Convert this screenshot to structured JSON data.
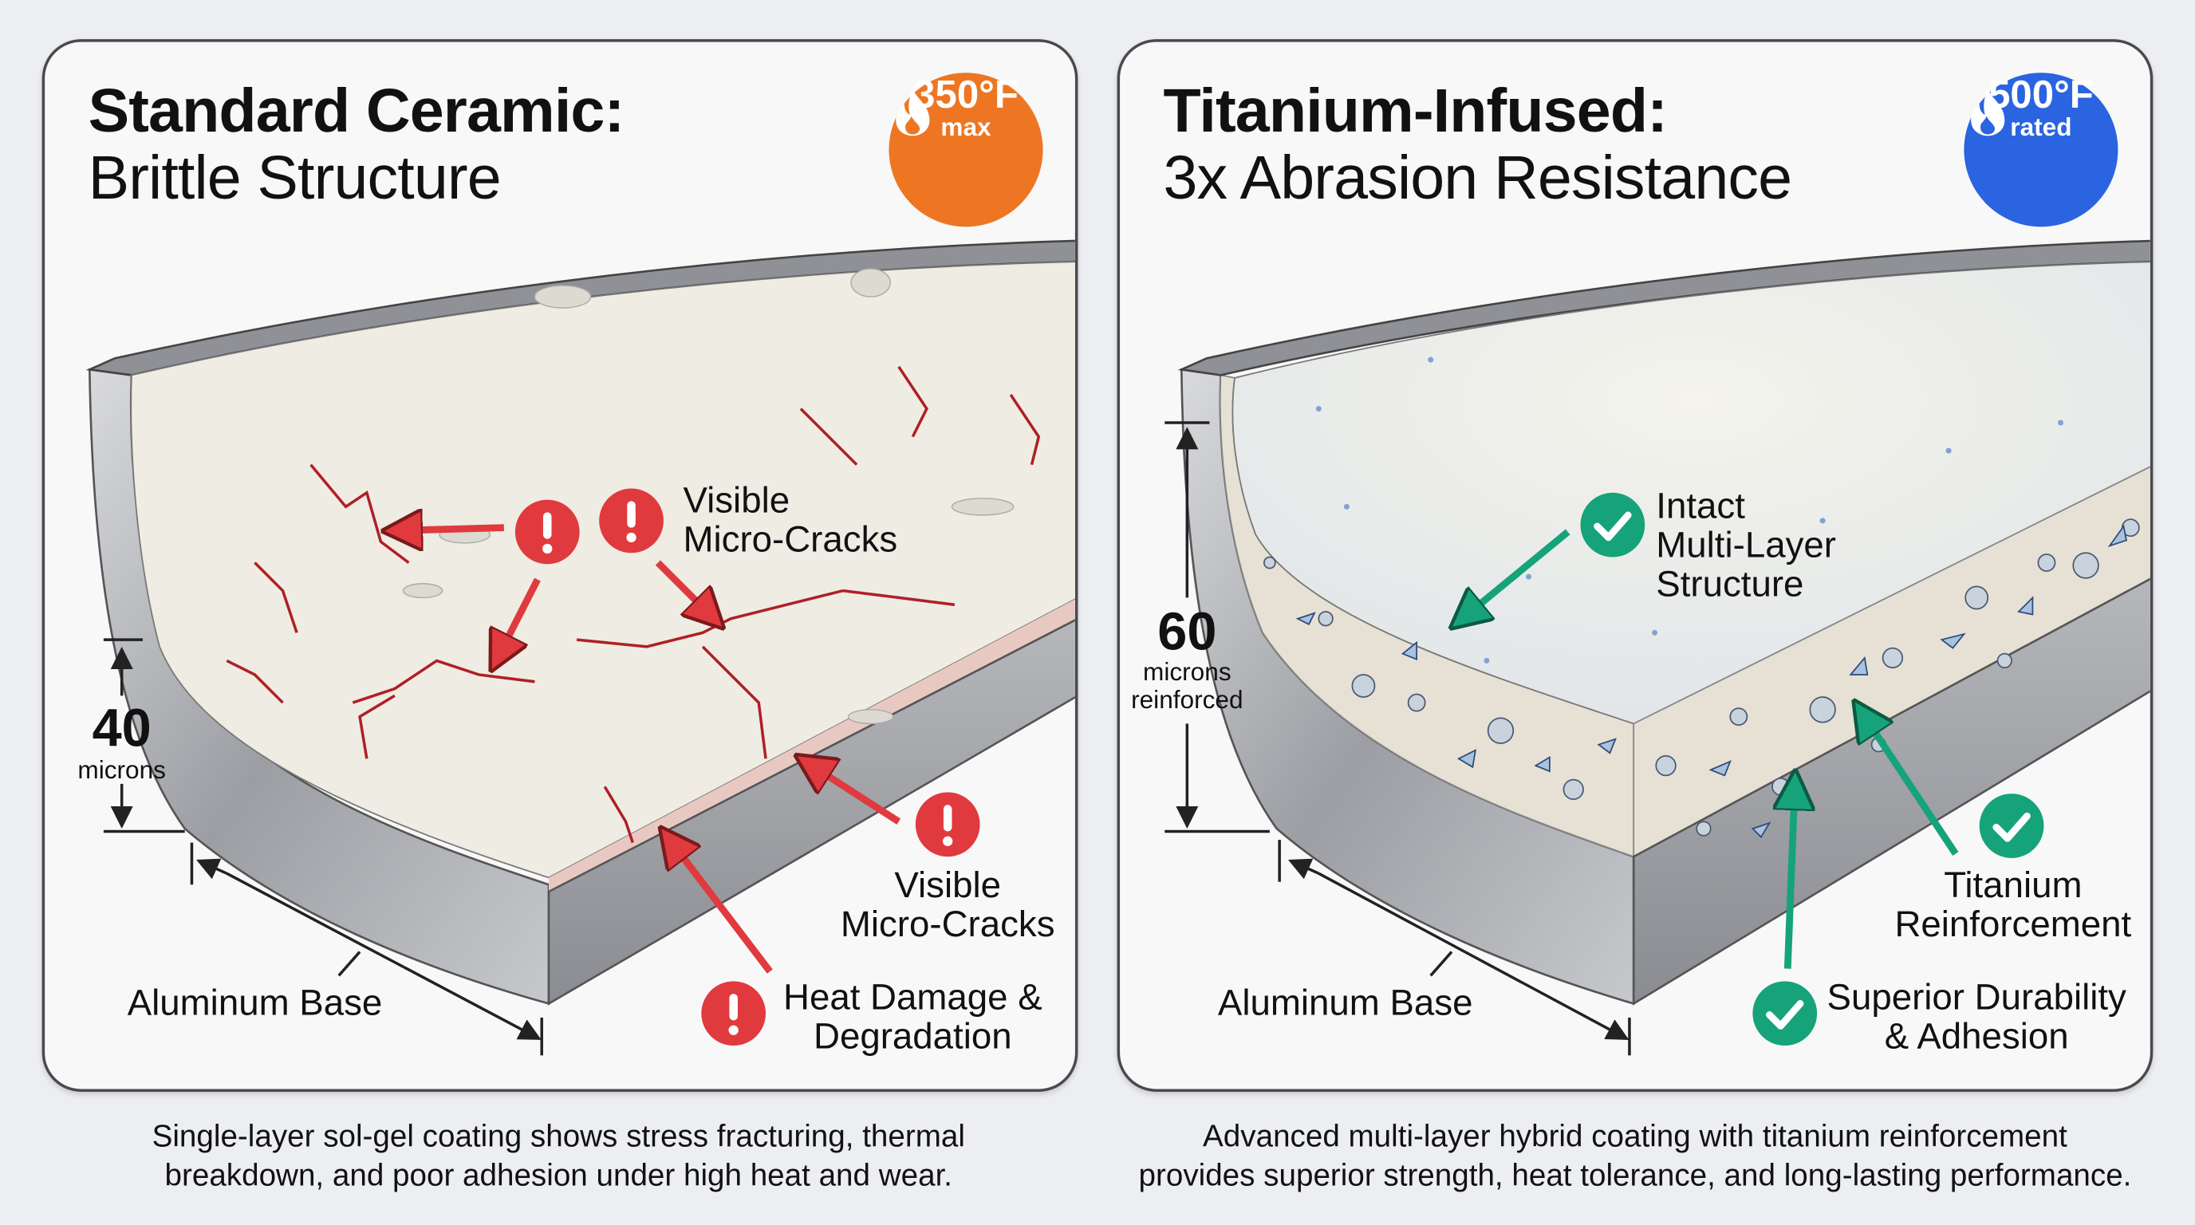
{
  "left_panel": {
    "title_line1": "Standard Ceramic:",
    "title_line2": "Brittle Structure",
    "badge": {
      "icon": "flame-icon",
      "temp": "350°F",
      "sub": "max",
      "color": "#ee7623"
    },
    "thickness": {
      "value": "40",
      "unit": "microns"
    },
    "base_label": "Aluminum Base",
    "callouts": [
      {
        "icon": "warning-icon",
        "line1": "Visible",
        "line2": "Micro-Cracks"
      },
      {
        "icon": "warning-icon",
        "line1": "Visible",
        "line2": "Micro-Cracks"
      },
      {
        "icon": "warning-icon",
        "line1": "Heat Damage &",
        "line2": "Degradation"
      }
    ],
    "caption_line1": "Single-layer sol-gel coating shows stress fracturing, thermal",
    "caption_line2": "breakdown, and poor adhesion under high heat and wear.",
    "accent": "#e03a3e"
  },
  "right_panel": {
    "title_line1": "Titanium-Infused:",
    "title_line2": "3x Abrasion Resistance",
    "badge": {
      "icon": "flame-icon",
      "temp": "500°F",
      "sub": "rated",
      "color": "#2a64e0"
    },
    "thickness": {
      "value": "60",
      "unit_line1": "microns",
      "unit_line2": "reinforced"
    },
    "base_label": "Aluminum Base",
    "callouts": [
      {
        "icon": "check-icon",
        "line1": "Intact",
        "line2": "Multi-Layer",
        "line3": "Structure"
      },
      {
        "icon": "check-icon",
        "line1": "Titanium",
        "line2": "Reinforcement"
      },
      {
        "icon": "check-icon",
        "line1": "Superior Durability",
        "line2": "& Adhesion"
      }
    ],
    "caption_line1": "Advanced multi-layer hybrid coating with titanium reinforcement",
    "caption_line2": "provides superior strength, heat tolerance, and long-lasting performance.",
    "accent": "#16a37a"
  }
}
